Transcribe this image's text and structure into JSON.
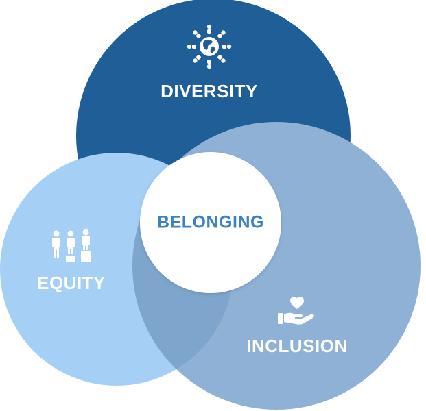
{
  "diagram": {
    "circles": [
      {
        "id": "diversity",
        "label": "DIVERSITY",
        "icon": "globe-people-icon",
        "color": "#1f5e96"
      },
      {
        "id": "equity",
        "label": "EQUITY",
        "icon": "people-on-podium-icon",
        "color": "#a5cff5"
      },
      {
        "id": "inclusion",
        "label": "INCLUSION",
        "icon": "heart-in-hand-icon",
        "color": "#8fb1d6"
      }
    ],
    "center": {
      "label": "BELONGING",
      "color": "#3a82c1",
      "background": "#ffffff"
    },
    "text_color": "#ffffff",
    "overlap_color": "#7ea6cc"
  }
}
